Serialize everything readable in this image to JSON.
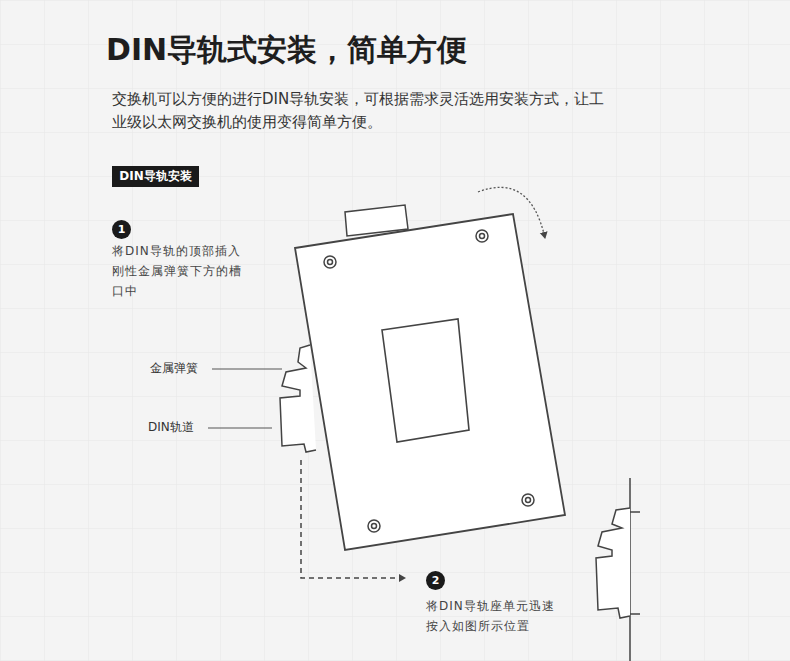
{
  "diagram": {
    "title": "DIN导轨式安装，简单方便",
    "nodes": [
      {
        "text": [
          "DIN导轨安装"
        ]
      },
      {
        "text": [
          "1"
        ]
      },
      {
        "text": [
          "2"
        ]
      }
    ],
    "labels": [
      "交换机可以方便的进行DIN导轨安装，可根据需求灵活选用安装方式，让工业级以太网交换机的使用变得简单方便。",
      "将DIN导轨的顶部插入刚性金属弹簧下方的槽口中",
      "金属弹簧",
      "DIN轨道",
      "将DIN导轨座单元迅速按入如图所示位置"
    ]
  }
}
